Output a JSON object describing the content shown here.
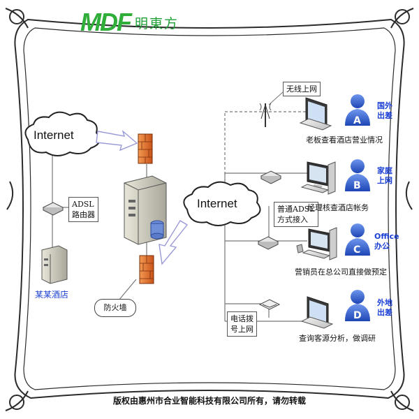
{
  "logo": {
    "mark": "MDF",
    "name_cn": "明東方"
  },
  "clouds": {
    "left": "Internet",
    "center": "Internet"
  },
  "devices": {
    "adsl_router": "ADSL\n路由器",
    "hotel": "某某酒店",
    "firewall": "防火墙"
  },
  "branches": [
    {
      "conn_label": "无线上网",
      "tag_letter": "A",
      "tag_text": "国外\n出差",
      "caption": "老板查看酒店营业情况"
    },
    {
      "conn_label": "",
      "tag_letter": "B",
      "tag_text": "家庭\n上网",
      "caption": "经理核查酒店帐务"
    },
    {
      "conn_label": "普通ADSL\n方式接入",
      "tag_letter": "C",
      "tag_text": "Office\n办公",
      "caption": "营销员在总公司直接做预定"
    },
    {
      "conn_label": "电话拨\n号上网",
      "tag_letter": "D",
      "tag_text": "外地\n出差",
      "caption": "查询客源分析，做调研"
    }
  ],
  "footer": "版权由惠州市合业智能科技有限公司所有，请勿转载",
  "colors": {
    "frame": "#2b2b2b",
    "accent_green": "#2fae3a",
    "person_blue": "#2456c8",
    "tag_blue": "#1b3fd6",
    "firewall": "#e8732a"
  }
}
